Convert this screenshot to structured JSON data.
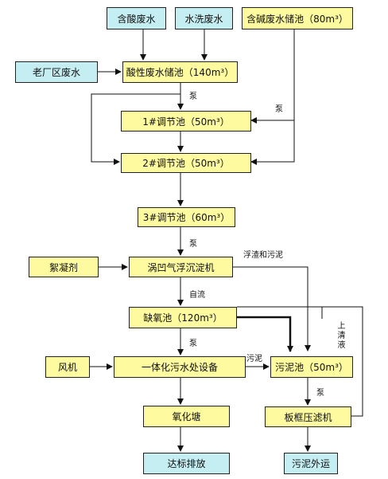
{
  "boxes": {
    "acid_wastewater": "含酸废水",
    "wash_wastewater": "水洗废水",
    "alkali_tank": "含碱废水储池（80m³）",
    "old_plant_wastewater": "老厂区废水",
    "acid_tank": "酸性废水储池（140m³）",
    "regulating_pool_1": "1#调节池（50m³）",
    "regulating_pool_2": "2#调节池（50m³）",
    "regulating_pool_3": "3#调节池（60m³）",
    "flocculant": "絮凝剂",
    "cavitation_flotation": "涡凹气浮沉淀机",
    "anoxic_pool": "缺氧池（120m³）",
    "blower": "风机",
    "integrated_equipment": "一体化污水处设备",
    "sludge_pool": "污泥池（50m³）",
    "oxidation_pond": "氧化塘",
    "plate_filter_press": "板框压滤机",
    "discharge": "达标排放",
    "sludge_out": "污泥外运"
  },
  "labels": {
    "pump_1": "泵",
    "pump_alkali": "泵",
    "pump_3": "泵",
    "scum_sludge": "浮渣和污泥",
    "gravity_flow": "自流",
    "pump_4": "泵",
    "sludge": "污泥",
    "supernatant": "上清液",
    "pump_sludge": "泵"
  }
}
